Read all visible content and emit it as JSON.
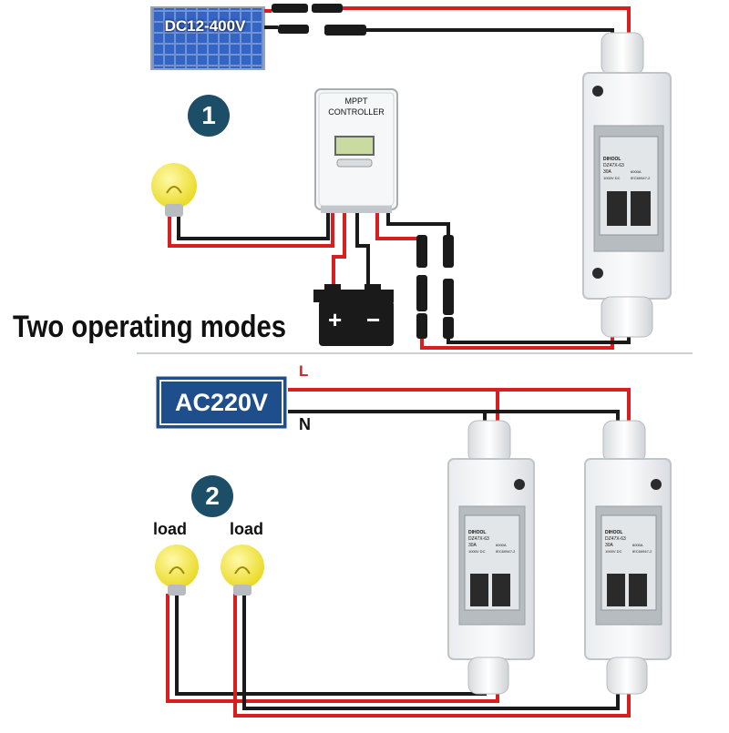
{
  "solar_panel": {
    "label": "DC12-400V"
  },
  "controller": {
    "line1": "MPPT",
    "line2": "CONTROLLER"
  },
  "mode1": {
    "number": "1"
  },
  "mode2": {
    "number": "2"
  },
  "heading": "Two operating modes",
  "ac_source": {
    "label": "AC220V",
    "live": "L",
    "neutral": "N"
  },
  "loads": [
    "load",
    "load"
  ],
  "breaker": {
    "brand": "DIHOOL",
    "model": "DZ47X-63",
    "rating": "30A",
    "spec1": "1000V DC",
    "spec2": "6000A",
    "spec3": "IEC60947-2"
  },
  "battery": {
    "plus": "+",
    "minus": "−"
  },
  "colors": {
    "wire_pos": "#d81e1e",
    "wire_neg": "#1a1a1a",
    "panel_blue": "#2a56b3",
    "badge": "#1d4e68",
    "ac_box": "#1f4e8c",
    "bulb": "#f2e62a"
  }
}
